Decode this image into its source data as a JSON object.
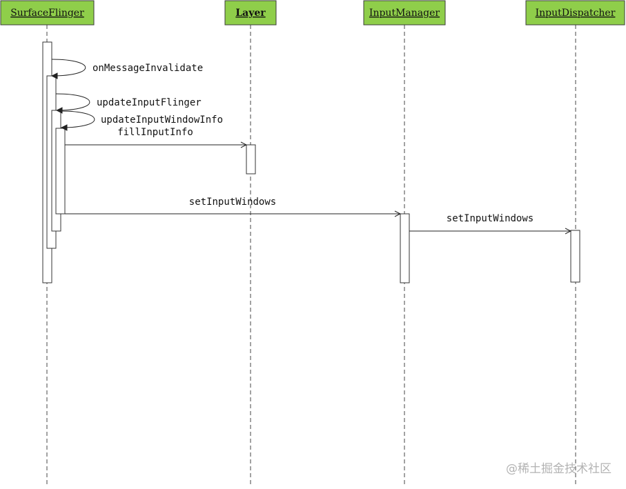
{
  "participants": [
    {
      "id": "sf",
      "label": "SurfaceFlinger",
      "bold": false
    },
    {
      "id": "layer",
      "label": "Layer",
      "bold": true
    },
    {
      "id": "im",
      "label": "InputManager",
      "bold": false
    },
    {
      "id": "id",
      "label": "InputDispatcher",
      "bold": false
    }
  ],
  "messages": [
    {
      "label": "onMessageInvalidate",
      "from": "sf",
      "to": "sf",
      "kind": "self"
    },
    {
      "label": "updateInputFlinger",
      "from": "sf",
      "to": "sf",
      "kind": "self"
    },
    {
      "label": "updateInputWindowInfo",
      "from": "sf",
      "to": "sf",
      "kind": "self"
    },
    {
      "label": "fillInputInfo",
      "from": "sf",
      "to": "layer",
      "kind": "call"
    },
    {
      "label": "setInputWindows",
      "from": "sf",
      "to": "im",
      "kind": "call"
    },
    {
      "label": "setInputWindows",
      "from": "im",
      "to": "id",
      "kind": "call"
    }
  ],
  "watermark": "@稀土掘金技术社区",
  "colors": {
    "participant_fill": "#8fce4a",
    "watermark": "#b3b3b3"
  }
}
